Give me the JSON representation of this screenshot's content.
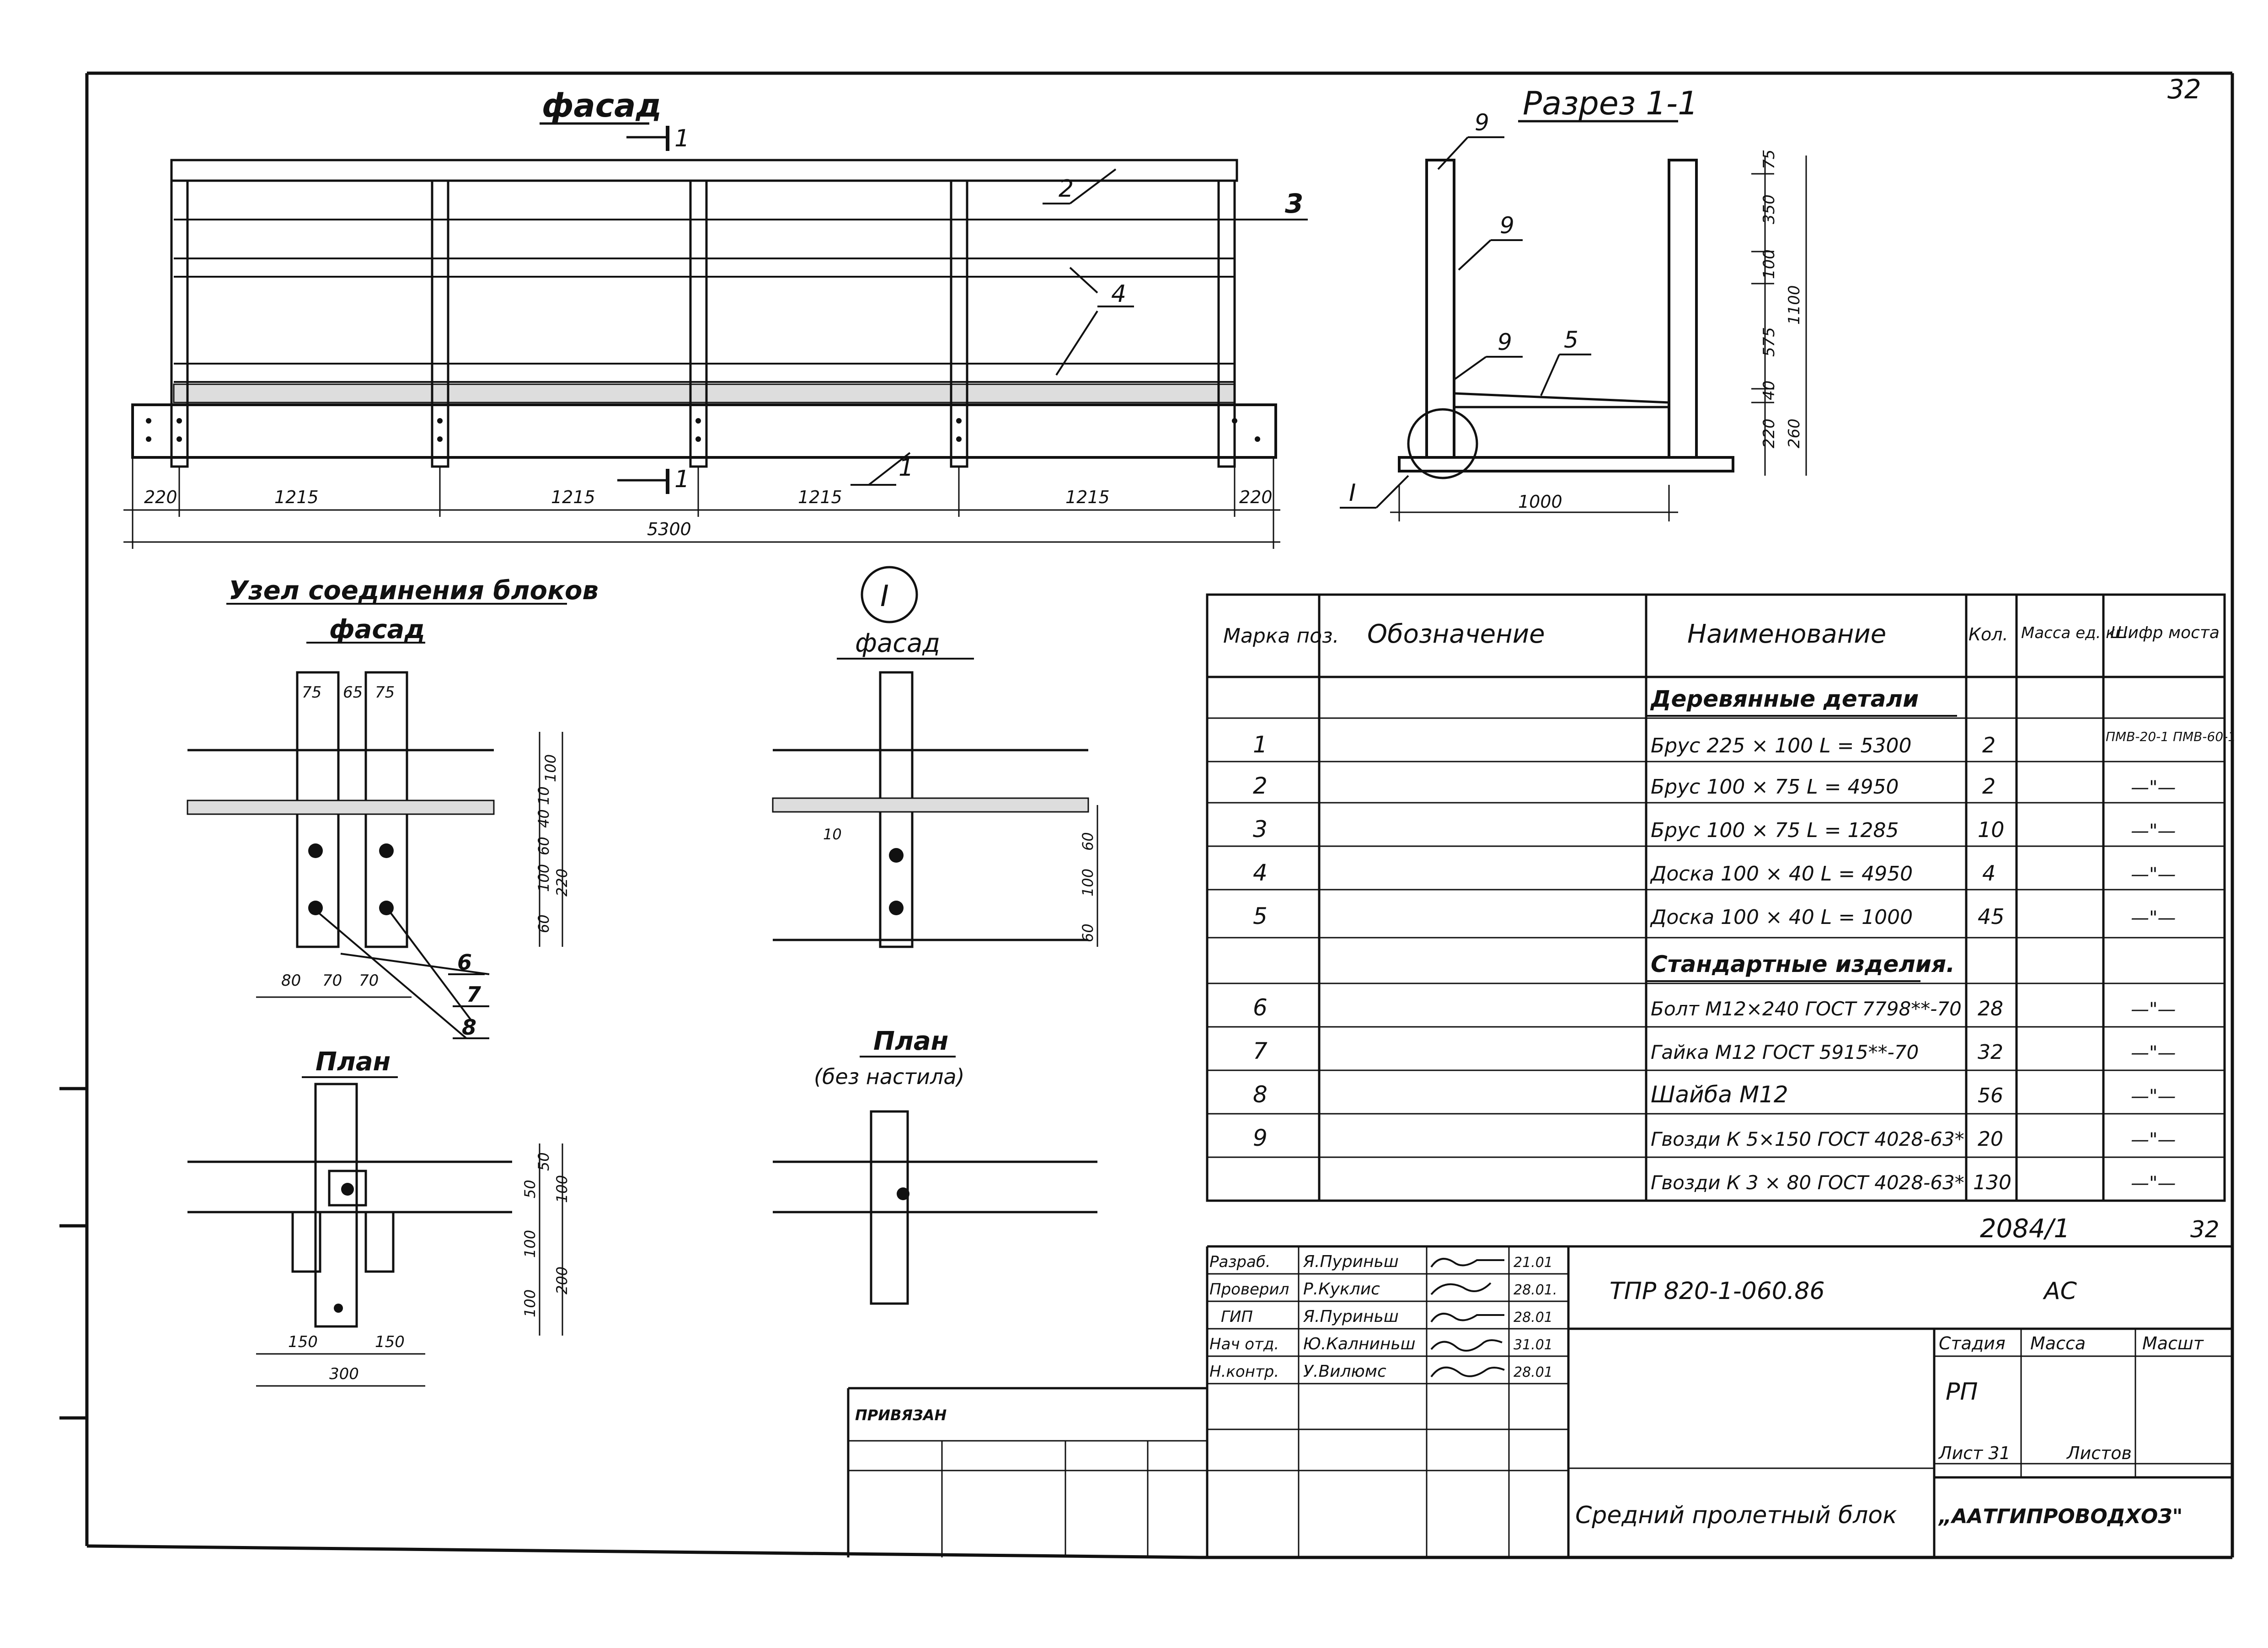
{
  "sheet_number_top": "32",
  "views": {
    "facade_title": "фасад",
    "section_title": "Разрез 1-1",
    "joint_title": "Узел соединения блоков",
    "joint_subtitle": "фасад",
    "detail_marker": "I",
    "detail_facade_title": "фасад",
    "plan_title": "План",
    "plan2_title": "План",
    "plan2_subtitle": "(без настила)",
    "section_marker": "1"
  },
  "facade_dims": {
    "left": "220",
    "spans": [
      "1215",
      "1215",
      "1215",
      "1215"
    ],
    "right": "220",
    "total": "5300"
  },
  "facade_callouts": [
    "2",
    "3",
    "4",
    "1"
  ],
  "section_dims": {
    "vertical": [
      "75",
      "350",
      "100",
      "575",
      "40",
      "220"
    ],
    "total_upper": "1100",
    "total_lower": "260",
    "width": "1000"
  },
  "section_callouts": [
    "9",
    "9",
    "9",
    "5",
    "I"
  ],
  "joint_dims": {
    "top": [
      "75",
      "65",
      "75"
    ],
    "right": [
      "100",
      "10",
      "40",
      "60",
      "220",
      "100",
      "60"
    ],
    "bottom": [
      "80",
      "70",
      "70"
    ]
  },
  "joint_callouts": [
    "6",
    "7",
    "8"
  ],
  "detail_dims": [
    "10",
    "60",
    "100",
    "60"
  ],
  "plan_dims": {
    "right": [
      "50",
      "50",
      "100",
      "100",
      "200",
      "100"
    ],
    "bottom": [
      "150",
      "150"
    ],
    "total": "300"
  },
  "spec_table": {
    "headers": [
      "Марка поз.",
      "Обозначение",
      "Наименование",
      "Кол.",
      "Масса ед. кг.",
      "Шифр моста"
    ],
    "rows": [
      {
        "kind": "section",
        "name": "Деревянные детали"
      },
      {
        "pos": "1",
        "name": "Брус 225 × 100  L = 5300",
        "qty": "2",
        "code": "ПМВ-20-1 ПМВ-60-1"
      },
      {
        "pos": "2",
        "name": "Брус 100 × 75  L = 4950",
        "qty": "2",
        "code": "—\"—"
      },
      {
        "pos": "3",
        "name": "Брус 100 × 75  L = 1285",
        "qty": "10",
        "code": "—\"—"
      },
      {
        "pos": "4",
        "name": "Доска 100 × 40  L = 4950",
        "qty": "4",
        "code": "—\"—"
      },
      {
        "pos": "5",
        "name": "Доска 100 × 40  L = 1000",
        "qty": "45",
        "code": "—\"—"
      },
      {
        "kind": "section",
        "name": "Стандартные изделия."
      },
      {
        "pos": "6",
        "name": "Болт М12×240 ГОСТ 7798**-70",
        "qty": "28",
        "code": "—\"—"
      },
      {
        "pos": "7",
        "name": "Гайка М12 ГОСТ 5915**-70",
        "qty": "32",
        "code": "—\"—"
      },
      {
        "pos": "8",
        "name": "Шайба М12",
        "qty": "56",
        "code": "—\"—"
      },
      {
        "pos": "9",
        "name": "Гвозди К 5×150 ГОСТ 4028-63*",
        "qty": "20",
        "code": "—\"—"
      },
      {
        "pos": "",
        "name": "Гвозди К 3 × 80 ГОСТ 4028-63*",
        "qty": "130",
        "code": "—\"—"
      }
    ]
  },
  "title_block": {
    "doc_number": "2084/1",
    "sheet_corner": "32",
    "code": "ТПР 820-1-060.86",
    "mark": "АС",
    "people": [
      {
        "role": "Разраб.",
        "name": "Я.Пуриньш",
        "date": "21.01"
      },
      {
        "role": "Проверил",
        "name": "Р.Куклис",
        "date": "28.01."
      },
      {
        "role": "ГИП",
        "name": "Я.Пуриньш",
        "date": "28.01"
      },
      {
        "role": "Нач отд.",
        "name": "Ю.Калниньш",
        "date": "31.01"
      },
      {
        "role": "Н.контр.",
        "name": "У.Вилюмс",
        "date": "28.01"
      }
    ],
    "stage_label": "Стадия",
    "mass_label": "Масса",
    "scale_label": "Масшт",
    "stage_value": "РП",
    "sheet_label": "Лист 31",
    "sheets_label": "Листов",
    "title": "Средний пролетный блок",
    "org": "„ААТГИПРОВОДХОЗ\"",
    "bound_label": "ПРИВЯЗАН"
  }
}
